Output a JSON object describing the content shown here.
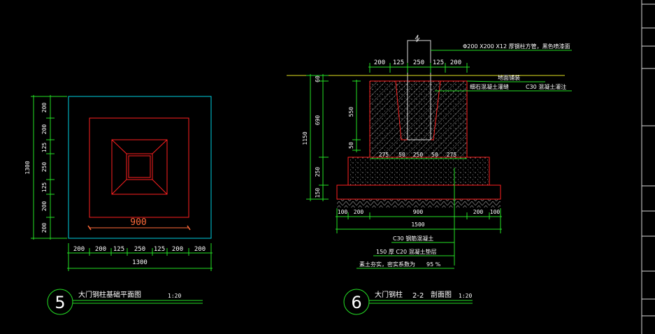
{
  "colors": {
    "background": "#000000",
    "dimension_line": "#25e025",
    "outline": "#ff2020",
    "frame": "#00d0e0",
    "ground": "#e0e020",
    "text": "#ffffff"
  },
  "plan": {
    "number": "5",
    "title": "大门钢柱基础平面图",
    "scale": "1:20",
    "label_900": "900",
    "bottom_dims": [
      "200",
      "200",
      "125",
      "250",
      "125",
      "200",
      "200"
    ],
    "bottom_total": "1300",
    "left_dims": [
      "200",
      "200",
      "125",
      "250",
      "125",
      "200",
      "200"
    ],
    "left_total": "1300"
  },
  "section": {
    "number": "6",
    "title_prefix": "大门钢柱",
    "title_mark": "2-2",
    "title_suffix": "剖面图",
    "scale": "1:20",
    "top_dims": [
      "200",
      "125",
      "250",
      "125",
      "200"
    ],
    "inner_dims": [
      "275",
      "50",
      "250",
      "50",
      "275"
    ],
    "bottom_dims": [
      "100",
      "200",
      "900",
      "200",
      "100"
    ],
    "bottom_total": "1500",
    "left_inner": [
      "60",
      "690",
      "250",
      "150"
    ],
    "left_total": "1150",
    "left_pocket": [
      "550",
      "50"
    ],
    "notes": {
      "plate": "Φ200 X200 X12 厚钢柱方管，黑色喷漆面",
      "ground": "地面铺装",
      "grout": "细石混凝土灌缝",
      "c30_top": "C30 混凝土灌注",
      "c30": "C30 钢筋混凝土",
      "c20": "150 厚 C20 混凝土垫层",
      "soil": "素土夯实，密实系数为",
      "soil_val": "95 %"
    }
  }
}
